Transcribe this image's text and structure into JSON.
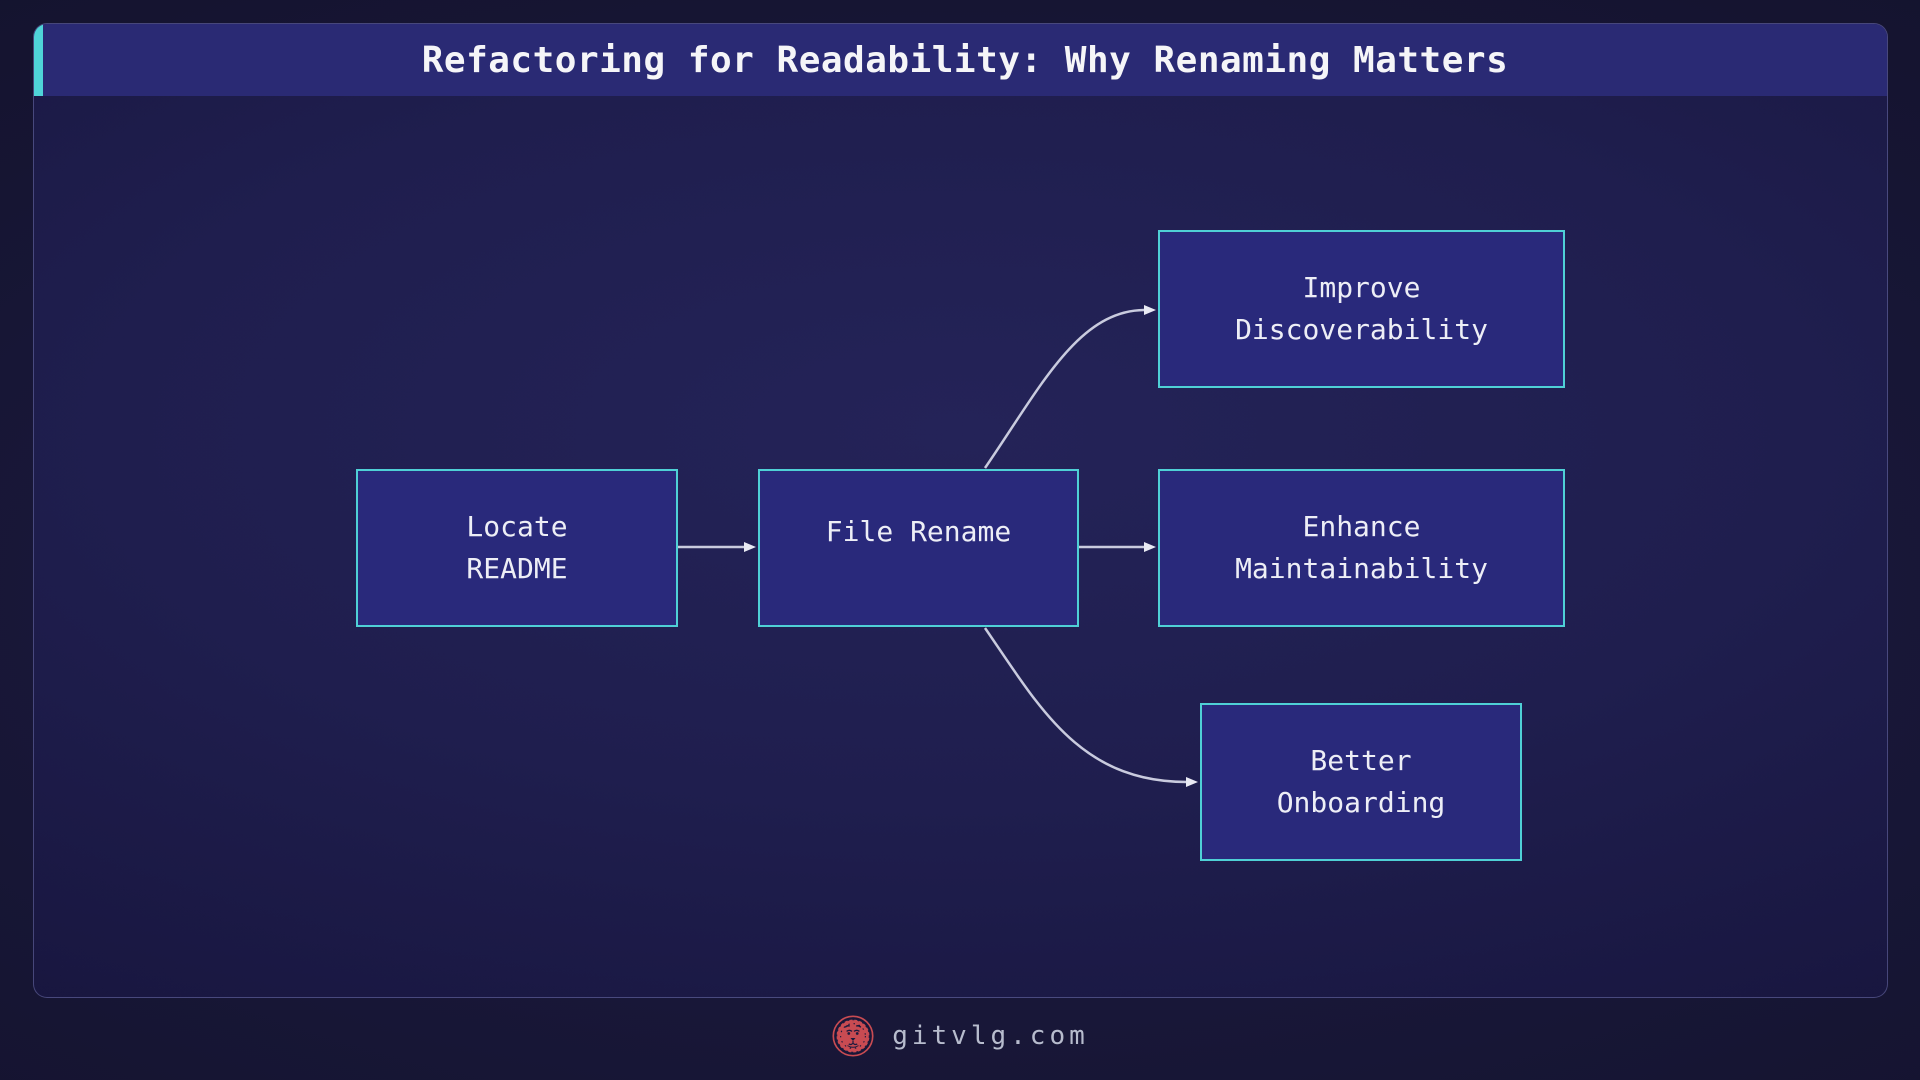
{
  "header": {
    "title": "Refactoring for Readability: Why Renaming Matters"
  },
  "diagram": {
    "type": "flowchart",
    "nodes": [
      {
        "id": "locate-readme",
        "lines": [
          "Locate",
          "README"
        ]
      },
      {
        "id": "file-rename",
        "lines": [
          "File Rename"
        ]
      },
      {
        "id": "improve-discoverability",
        "lines": [
          "Improve",
          "Discoverability"
        ]
      },
      {
        "id": "enhance-maintainability",
        "lines": [
          "Enhance",
          "Maintainability"
        ]
      },
      {
        "id": "better-onboarding",
        "lines": [
          "Better",
          "Onboarding"
        ]
      }
    ],
    "edges": [
      {
        "from": "locate-readme",
        "to": "file-rename"
      },
      {
        "from": "file-rename",
        "to": "improve-discoverability"
      },
      {
        "from": "file-rename",
        "to": "enhance-maintainability"
      },
      {
        "from": "file-rename",
        "to": "better-onboarding"
      }
    ]
  },
  "footer": {
    "brand_text": "gitvlg.com",
    "logo_icon": "lion-emblem-icon"
  },
  "colors": {
    "accent_teal": "#4fd4d8",
    "node_border": "#4fd0d6",
    "node_fill": "#29297b",
    "header_fill": "#2a2a74",
    "arrow": "#c9cbde",
    "logo_red": "#c84b52",
    "panel_bg": "#1f1e4e",
    "outer_bg": "#131128"
  }
}
